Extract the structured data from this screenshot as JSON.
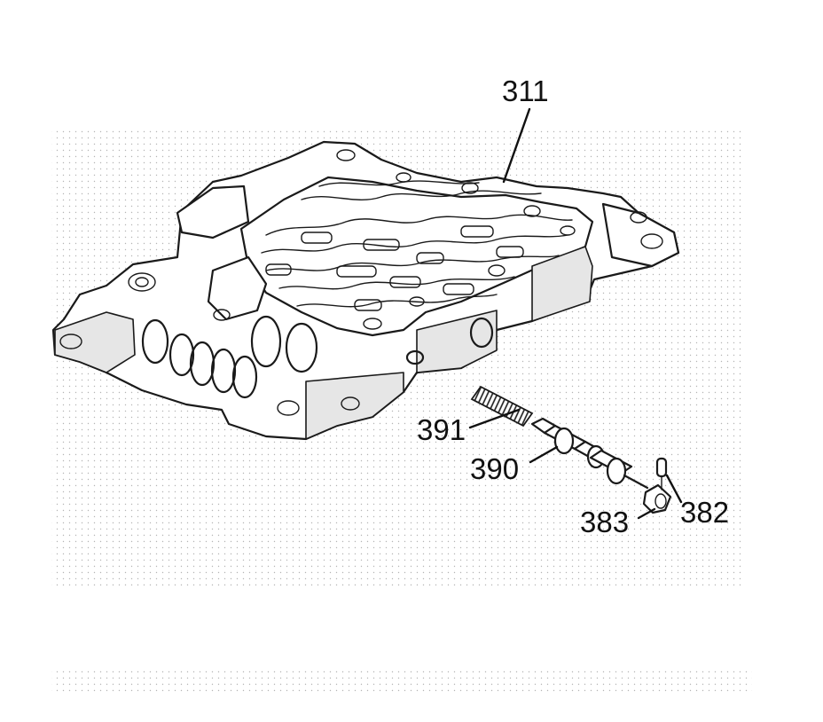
{
  "callouts": {
    "c311": "311",
    "c391": "391",
    "c390": "390",
    "c383": "383",
    "c382": "382"
  },
  "colors": {
    "ink": "#1a1a1a",
    "background": "#ffffff",
    "screen_dot": "#b5b5b5"
  }
}
